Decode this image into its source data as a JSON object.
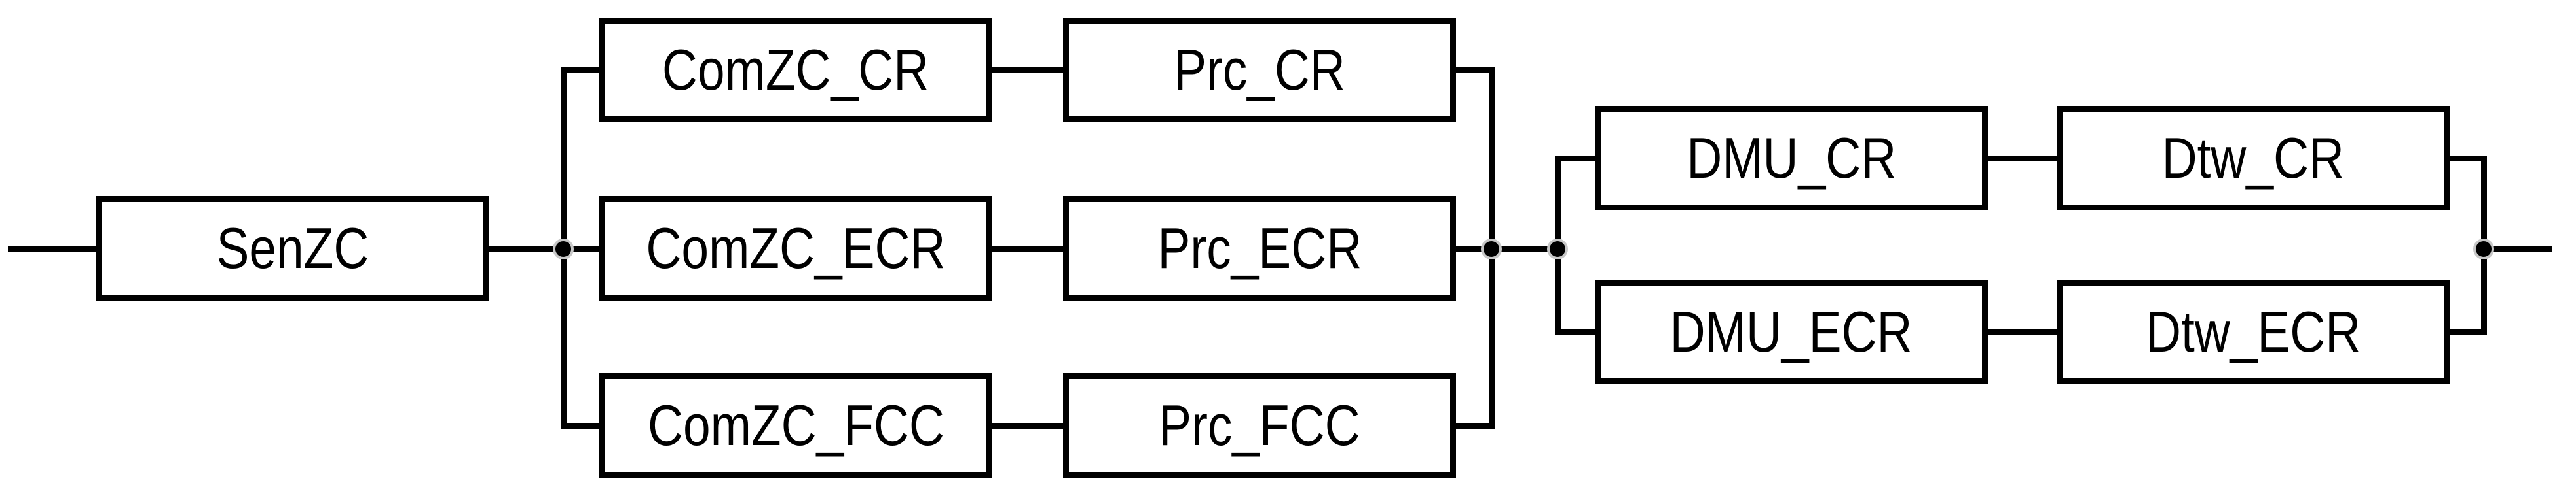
{
  "diagram": {
    "kind": "reliability-block-diagram",
    "colors": {
      "line": "#000000",
      "background": "#ffffff",
      "junction_fill": "#000000",
      "junction_ring": "#c8c8c8"
    },
    "junction_dot_count": 4
  },
  "blocks": [
    {
      "id": "senzc",
      "label": "SenZC"
    },
    {
      "id": "comzc_cr",
      "label": "ComZC_CR"
    },
    {
      "id": "prc_cr",
      "label": "Prc_CR"
    },
    {
      "id": "comzc_ecr",
      "label": "ComZC_ECR"
    },
    {
      "id": "prc_ecr",
      "label": "Prc_ECR"
    },
    {
      "id": "comzc_fcc",
      "label": "ComZC_FCC"
    },
    {
      "id": "prc_fcc",
      "label": "Prc_FCC"
    },
    {
      "id": "dmu_cr",
      "label": "DMU_CR"
    },
    {
      "id": "dtw_cr",
      "label": "Dtw_CR"
    },
    {
      "id": "dmu_ecr",
      "label": "DMU_ECR"
    },
    {
      "id": "dtw_ecr",
      "label": "Dtw_ECR"
    }
  ],
  "connections": [
    {
      "from": "input",
      "to": "SenZC"
    },
    {
      "from": "SenZC",
      "to": [
        "ComZC_CR",
        "ComZC_ECR",
        "ComZC_FCC"
      ]
    },
    {
      "from": "ComZC_CR",
      "to": "Prc_CR"
    },
    {
      "from": "ComZC_ECR",
      "to": "Prc_ECR"
    },
    {
      "from": "ComZC_FCC",
      "to": "Prc_FCC"
    },
    {
      "from": [
        "Prc_CR",
        "Prc_ECR",
        "Prc_FCC"
      ],
      "to": [
        "DMU_CR",
        "DMU_ECR"
      ]
    },
    {
      "from": "DMU_CR",
      "to": "Dtw_CR"
    },
    {
      "from": "DMU_ECR",
      "to": "Dtw_ECR"
    },
    {
      "from": [
        "Dtw_CR",
        "Dtw_ECR"
      ],
      "to": "output"
    }
  ]
}
